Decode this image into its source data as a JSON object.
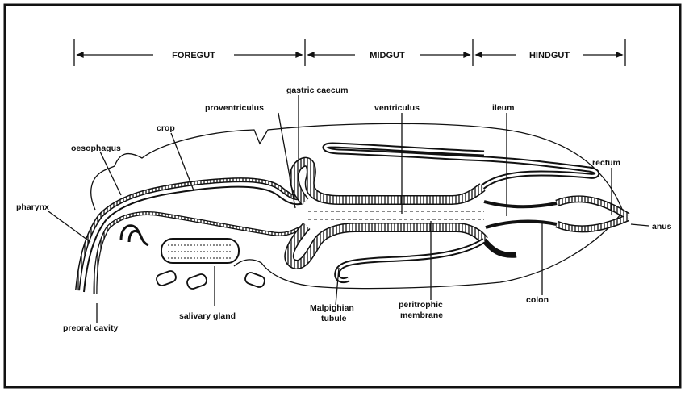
{
  "regions": [
    {
      "id": "foregut",
      "label": "FOREGUT"
    },
    {
      "id": "midgut",
      "label": "MIDGUT"
    },
    {
      "id": "hindgut",
      "label": "HINDGUT"
    }
  ],
  "labels": {
    "gastric_caecum": "gastric caecum",
    "proventriculus": "proventriculus",
    "ventriculus": "ventriculus",
    "ileum": "ileum",
    "crop": "crop",
    "oesophagus": "oesophagus",
    "rectum": "rectum",
    "pharynx": "pharynx",
    "anus": "anus",
    "preoral_cavity": "preoral cavity",
    "salivary_gland": "salivary gland",
    "malpighian_tubule_1": "Malpighian",
    "malpighian_tubule_2": "tubule",
    "peritrophic_membrane_1": "peritrophic",
    "peritrophic_membrane_2": "membrane",
    "colon": "colon"
  }
}
